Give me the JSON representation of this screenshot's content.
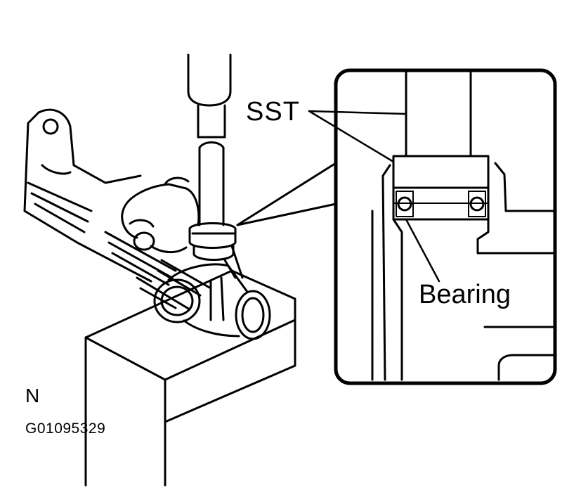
{
  "labels": {
    "sst": "SST",
    "bearing": "Bearing",
    "orientation": "N",
    "figure_id": "G01095329"
  },
  "colors": {
    "ink": "#000000",
    "paper": "#ffffff"
  }
}
